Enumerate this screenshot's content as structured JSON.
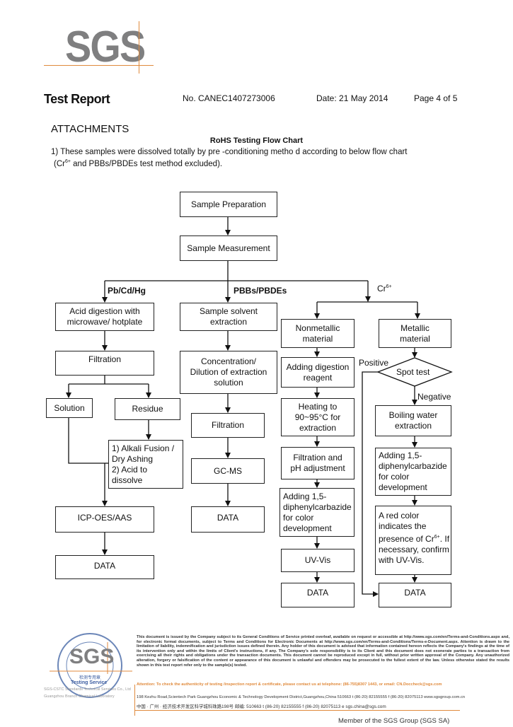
{
  "logo": {
    "text": "SGS",
    "accent": "#e08a3c",
    "color": "#7f7f80"
  },
  "header": {
    "title": "Test Report",
    "report_no": "No. CANEC1407273006",
    "date": "Date: 21 May 2014",
    "page": "Page 4 of 5"
  },
  "section": "ATTACHMENTS",
  "chart_title": "RoHS Testing Flow Chart",
  "intro": {
    "line1": "1) These samples were dissolved totally by pre -conditioning metho d according to below flow chart",
    "line2_a": "(Cr",
    "line2_sup": "6+",
    "line2_b": " and PBBs/PBDEs  test method excluded)."
  },
  "flow": {
    "sample_preparation": "Sample Preparation",
    "sample_measurement": "Sample Measurement",
    "branch_pb": "Pb/Cd/Hg",
    "branch_pbb": "PBBs/PBDEs",
    "branch_cr": "Cr",
    "branch_cr_sup": "6+",
    "pb": {
      "acid_digestion": "Acid digestion with\nmicrowave/ hotplate",
      "filtration": "Filtration",
      "solution": "Solution",
      "residue": "Residue",
      "alkali": "1) Alkali Fusion /\n    Dry Ashing\n2) Acid to\n    dissolve",
      "icp": "ICP-OES/AAS",
      "data": "DATA"
    },
    "pbb": {
      "extraction": "Sample solvent\nextraction",
      "concentration": "Concentration/\nDilution of extraction\nsolution",
      "filtration": "Filtration",
      "gcms": "GC-MS",
      "data": "DATA"
    },
    "nonmetal": {
      "title": "Nonmetallic\nmaterial",
      "digestion": "Adding digestion\nreagent",
      "heating": "Heating to\n90~95°C for\nextraction",
      "filtration": "Filtration and\npH adjustment",
      "diphenyl": "Adding 1,5-\ndiphenylcarbazide\nfor color\ndevelopment",
      "uvvis": "UV-Vis",
      "data": "DATA"
    },
    "metal": {
      "title": "Metallic\nmaterial",
      "spot_test": "Spot test",
      "positive": "Positive",
      "negative": "Negative",
      "boiling": "Boiling water\nextraction",
      "diphenyl": "Adding 1,5-\ndiphenylcarbazide\nfor color\ndevelopment",
      "red_a": "A red color\nindicates the\npresence of Cr",
      "red_sup": "6+",
      "red_b": ". If\nnecessary, confirm\nwith UV-Vis.",
      "data": "DATA"
    }
  },
  "footer": {
    "seal_top": "SGS-CSTC Standards Technical Services Co., Ltd",
    "seal_center": "SGS",
    "seal_cn": "检测专用章",
    "seal_service": "Testing Service",
    "seal_line1": "SGS-CSTC Standards Technical Services Co., Ltd",
    "seal_line2": "Guangzhou Branch Chemical Laboratory",
    "legal": "This document is issued by the Company subject to its General Conditions of Service printed overleaf, available on request or accessible at http://www.sgs.com/en/Terms-and-Conditions.aspx and, for electronic format documents, subject to Terms and Conditions for Electronic Documents at http://www.sgs.com/en/Terms-and-Conditions/Terms-e-Document.aspx. Attention is drawn to the limitation of liability, indemnification and jurisdiction issues defined therein. Any holder of this document is advised that information contained hereon reflects the Company's findings at the time of its intervention only and within the limits of Client's instructions, if any. The Company's sole responsibility is to its Client and this document does not exonerate parties to a transaction from exercising all their rights and obligations under the transaction documents. This document cannot be reproduced except in full, without prior written approval of the Company. Any unauthorized alteration, forgery or falsification of the content or appearance of this document is unlawful and offenders may be prosecuted to the fullest extent of the law. Unless otherwise stated the results shown in this test report refer only to the sample(s) tested.",
    "attention": "Attention: To check the authenticity of testing /inspection report & certificate, please contact us at telephone: (86-755)8307 1443, or email: CN.Doccheck@sgs.com",
    "address_en": "198 Kezhu Road,Scientech Park Guangzhou Economic & Technology Development District,Guangzhou,China  510663   t (86-20) 82155555   f (86-20) 82075113   www.sgsgroup.com.cn",
    "address_cn": "中国 · 广州 · 经济技术开发区科学城科珠路198号          邮编: 510663   t (86-20) 82155555   f (86-20) 82075113   e  sgs.china@sgs.com",
    "member": "Member of the SGS Group (SGS SA)"
  }
}
